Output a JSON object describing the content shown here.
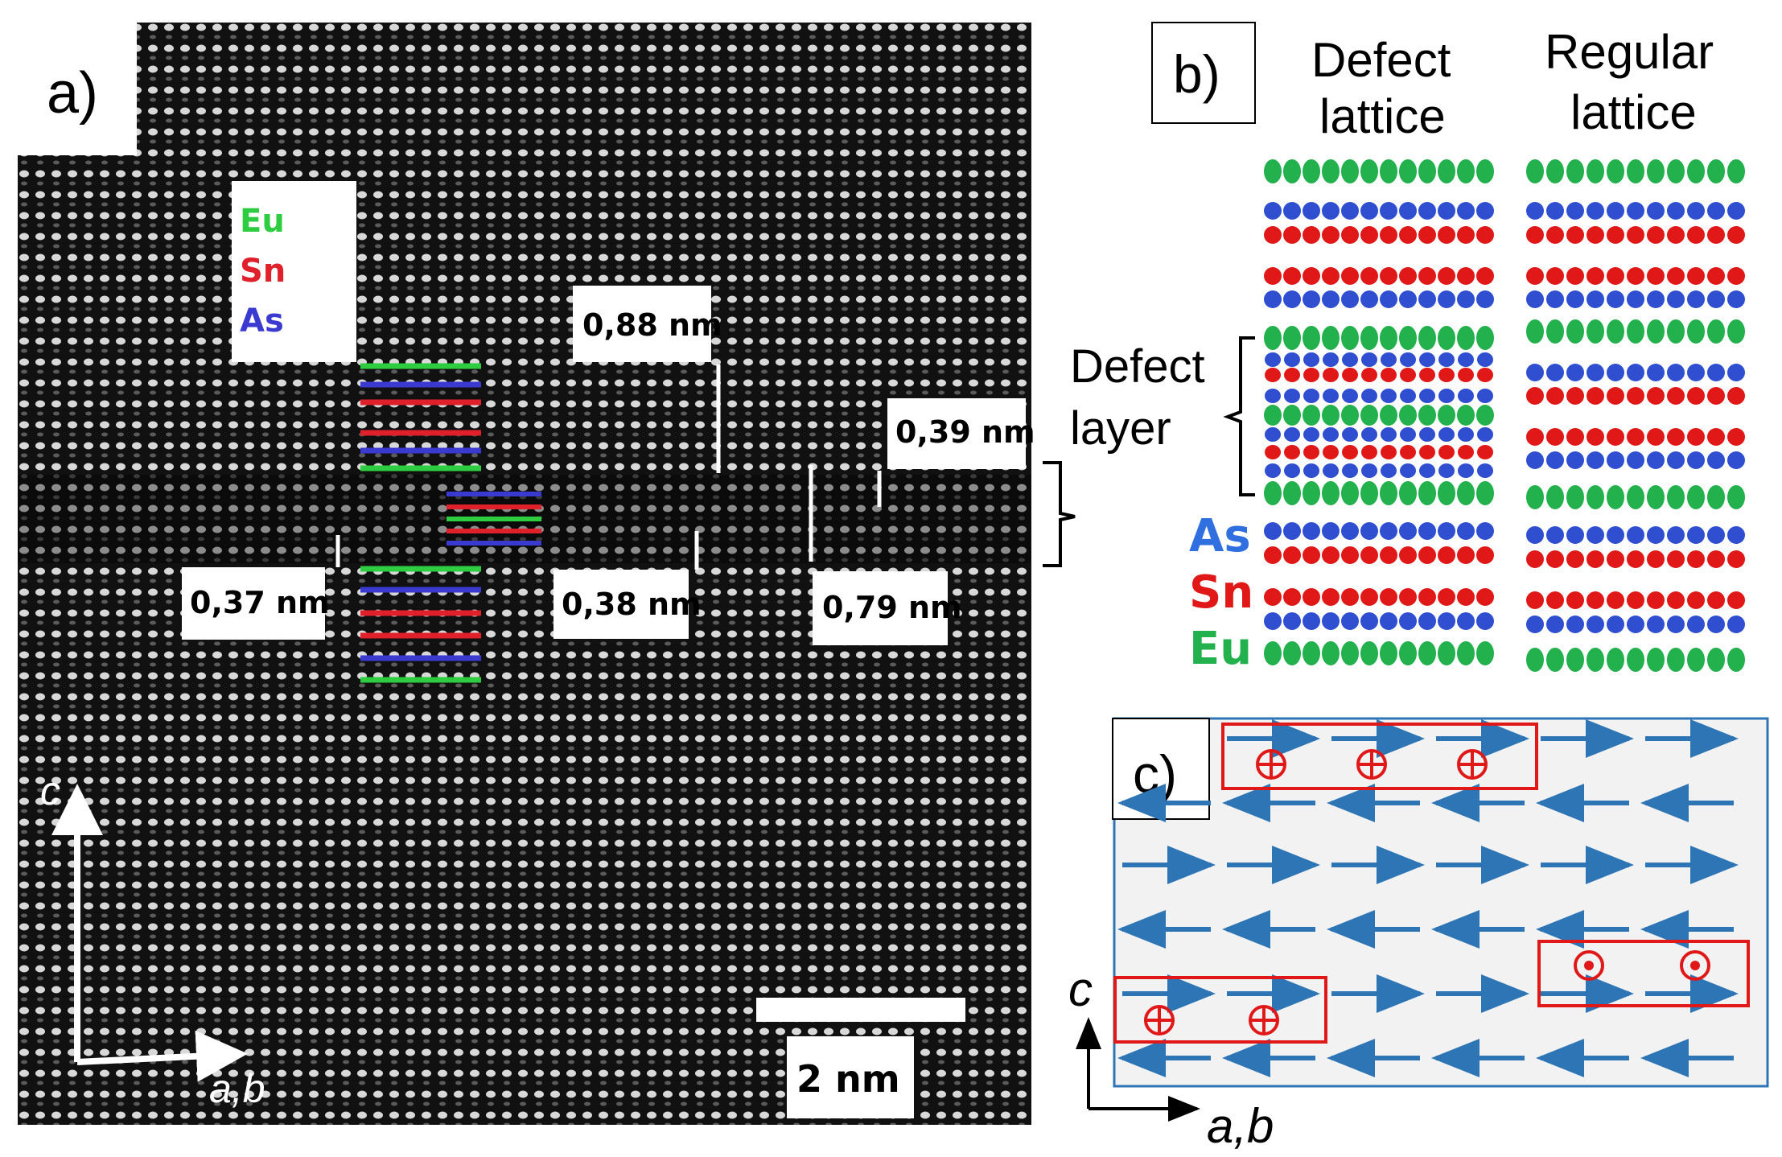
{
  "panel_a": {
    "label": "a)",
    "legend": [
      {
        "text": "Eu",
        "color": "#2ecc40"
      },
      {
        "text": "Sn",
        "color": "#e0202a"
      },
      {
        "text": "As",
        "color": "#3a3ad0"
      }
    ],
    "measurements": [
      "0,88 nm",
      "0,39 nm",
      "0,37 nm",
      "0,38 nm",
      "0,79 nm"
    ],
    "scale_bar": "2 nm",
    "axis_c": "c",
    "axis_ab": "a,b"
  },
  "panel_b": {
    "label": "b)",
    "col_defect": [
      "Defect",
      "lattice"
    ],
    "col_regular": [
      "Regular",
      "lattice"
    ],
    "defect_layer": [
      "Defect",
      "layer"
    ],
    "legend": [
      {
        "text": "As",
        "color": "#2f6fe0"
      },
      {
        "text": "Sn",
        "color": "#e01818"
      },
      {
        "text": "Eu",
        "color": "#22b14c"
      }
    ]
  },
  "panel_c": {
    "label": "c)",
    "axis_c": "c",
    "axis_ab": "a,b",
    "arrow_color": "#2e75b6",
    "box_color": "#e01818"
  }
}
